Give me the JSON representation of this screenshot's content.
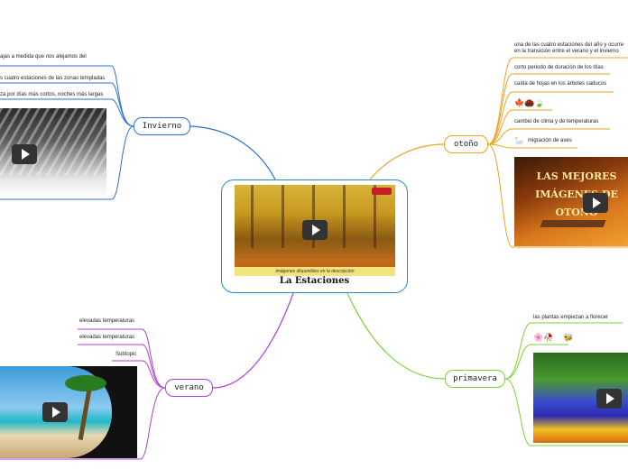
{
  "center": {
    "title": "La Estaciones",
    "image_caption": "imágenes disponibles en la descripción"
  },
  "branches": {
    "invierno": {
      "label": "Invierno",
      "color": "#2b6fd6",
      "leaves": [
        "ajas a medida que nos alejamos del",
        "s cuatro estaciones de las zonas templadas",
        "za por días más cortos, noches más largas"
      ]
    },
    "otono": {
      "label": "otoño",
      "color": "#f3a020",
      "leaves": [
        "una de las cuatro estaciones del año y ocurre en la transición entre el verano y el invierno",
        "corto periodo de duración de los días",
        "caída de hojas en los árboles caducos",
        "",
        "cambio de clima y de temperaturas",
        "migración de aves"
      ],
      "video_text": "LAS MEJORES IMÁGENES DE OTOÑO"
    },
    "verano": {
      "label": "verano",
      "color": "#b040d8",
      "leaves": [
        "elevadas temperaturas",
        "elevadas temperaturas",
        "Subtopic"
      ]
    },
    "primavera": {
      "label": "primavera",
      "color": "#7ad430",
      "leaves": [
        "las plantas empiezan a florecer",
        ""
      ]
    }
  },
  "icons": {
    "otono_leaves": "🍁🌰🍃",
    "otono_bird": "🦢",
    "primavera_flowers": "🌸🥀",
    "primavera_bee": "🐝"
  }
}
